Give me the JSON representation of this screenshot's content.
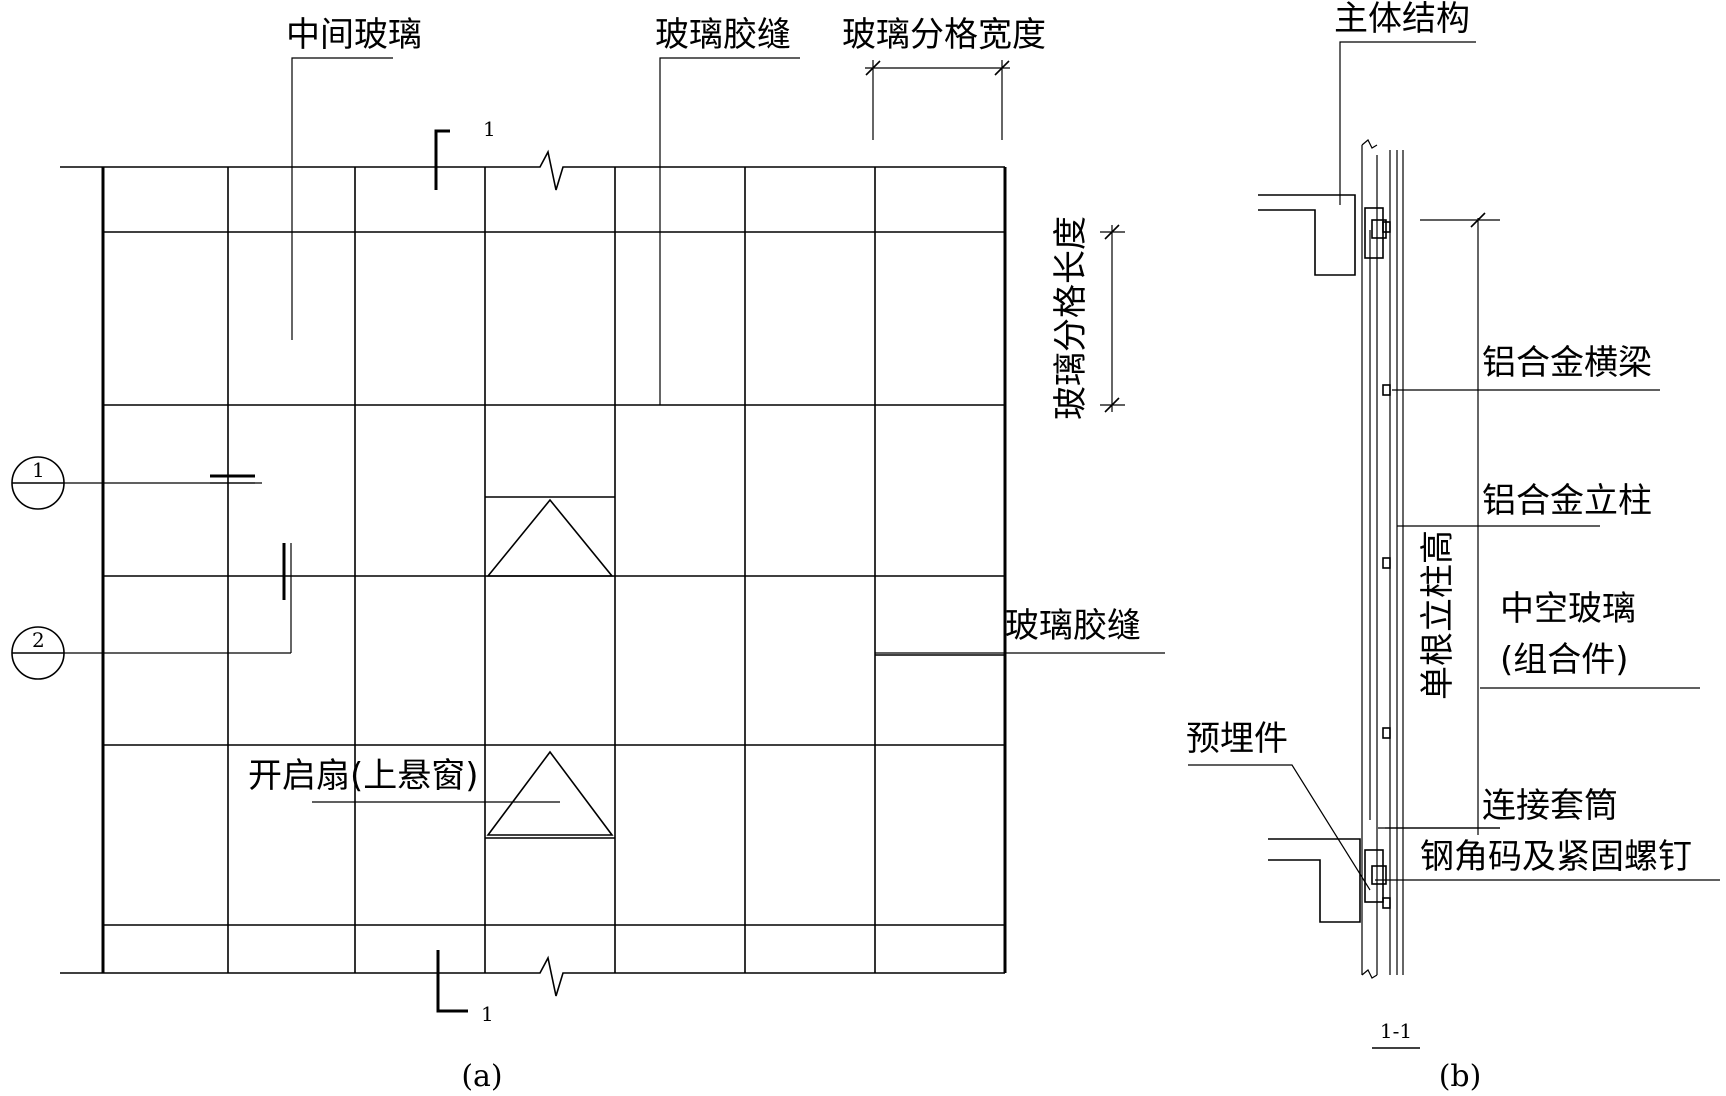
{
  "diagram_a": {
    "labels": {
      "middle_glass": "中间玻璃",
      "glass_seam_top": "玻璃胶缝",
      "pane_width": "玻璃分格宽度",
      "pane_length": "玻璃分格长度",
      "glass_seam_right": "玻璃胶缝",
      "opening_sash": "开启扇(上悬窗)"
    },
    "section_marks": {
      "top": "1",
      "bottom": "1"
    },
    "detail_callouts": [
      "1",
      "2"
    ],
    "caption": "(a)"
  },
  "diagram_b": {
    "labels": {
      "main_structure": "主体结构",
      "aluminum_transom": "铝合金横梁",
      "aluminum_mullion": "铝合金立柱",
      "insulating_glass_line1": "中空玻璃",
      "insulating_glass_line2": "(组合件)",
      "single_mullion_height": "单根立柱高",
      "embedded_part": "预埋件",
      "connecting_sleeve": "连接套筒",
      "steel_angle_bolts": "钢角码及紧固螺钉"
    },
    "section_title": "1-1",
    "caption": "(b)"
  }
}
